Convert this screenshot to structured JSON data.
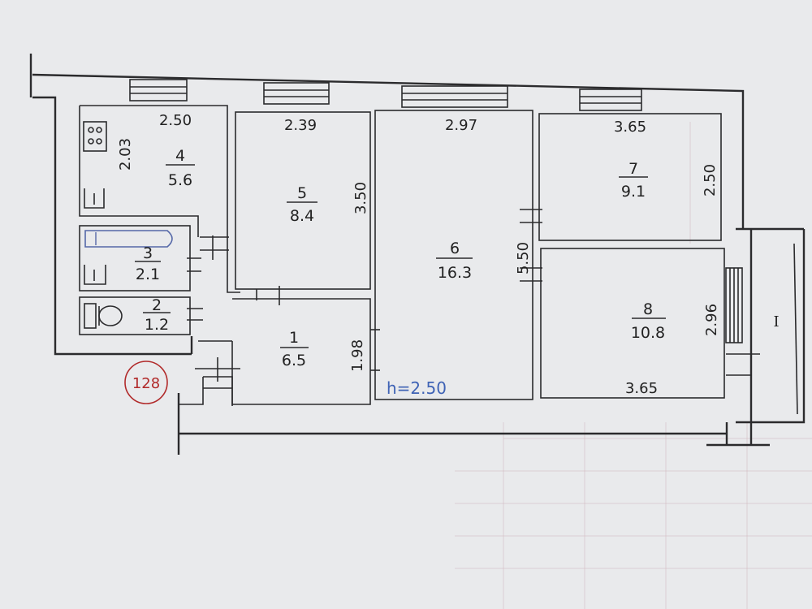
{
  "plan": {
    "stamp_number": "128",
    "ceiling_height": "h=2.50",
    "stair_label": "I",
    "rooms": [
      {
        "id": "1",
        "area": "6.5",
        "dims": [
          "1.98"
        ]
      },
      {
        "id": "2",
        "area": "1.2",
        "dims": []
      },
      {
        "id": "3",
        "area": "2.1",
        "dims": []
      },
      {
        "id": "4",
        "area": "5.6",
        "dims": [
          "2.50",
          "2.03"
        ]
      },
      {
        "id": "5",
        "area": "8.4",
        "dims": [
          "2.39",
          "3.50"
        ]
      },
      {
        "id": "6",
        "area": "16.3",
        "dims": [
          "2.97",
          "5.50"
        ]
      },
      {
        "id": "7",
        "area": "9.1",
        "dims": [
          "3.65",
          "2.50"
        ]
      },
      {
        "id": "8",
        "area": "10.8",
        "dims": [
          "3.65",
          "2.96"
        ]
      }
    ]
  },
  "colors": {
    "paper": "#e9eaec",
    "lines": "#2b2b2d",
    "stamp": "#b12a2a",
    "height_note": "#3f63b5"
  }
}
